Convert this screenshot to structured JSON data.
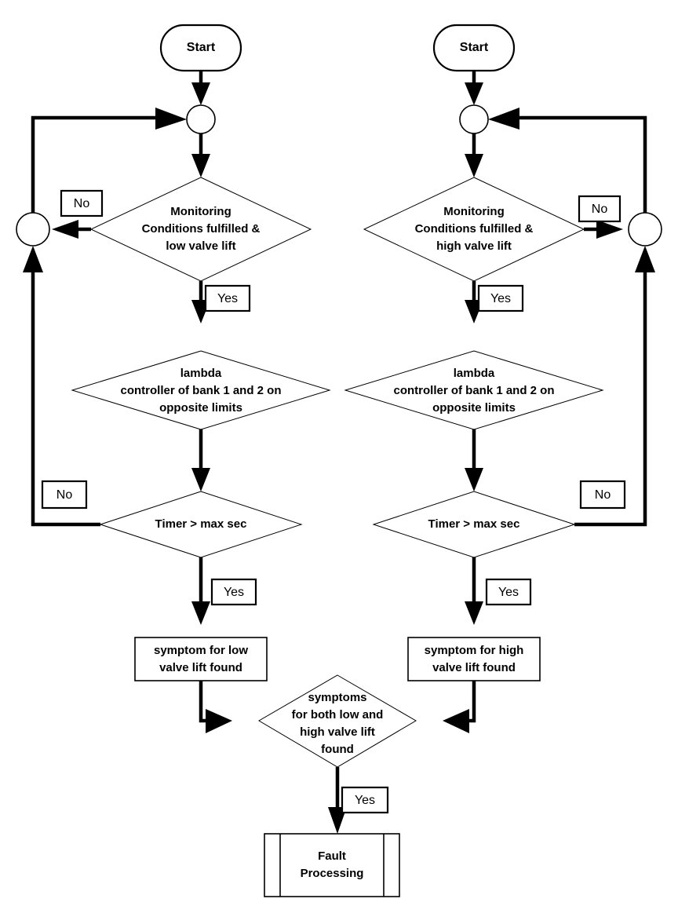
{
  "diagram": {
    "title": "Valve lift fault detection flowchart",
    "type": "flowchart",
    "background_color": "#ffffff",
    "line_color": "#000000"
  },
  "branches": {
    "low": {
      "start_label": "Start",
      "monitor_line1": "Monitoring",
      "monitor_line2": "Conditions fulfilled &",
      "monitor_line3": "low valve lift",
      "monitor_no": "No",
      "monitor_yes": "Yes",
      "lambda_line1": "lambda",
      "lambda_line2": "controller of bank 1 and 2 on",
      "lambda_line3": "opposite limits",
      "timer_text": "Timer > max sec",
      "timer_no": "No",
      "timer_yes": "Yes",
      "symptom_line1": "symptom for low",
      "symptom_line2": "valve lift found"
    },
    "high": {
      "start_label": "Start",
      "monitor_line1": "Monitoring",
      "monitor_line2": "Conditions fulfilled &",
      "monitor_line3": "high valve lift",
      "monitor_no": "No",
      "monitor_yes": "Yes",
      "lambda_line1": "lambda",
      "lambda_line2": "controller of bank 1 and 2 on",
      "lambda_line3": "opposite limits",
      "timer_text": "Timer > max sec",
      "timer_no": "No",
      "timer_yes": "Yes",
      "symptom_line1": "symptom for high",
      "symptom_line2": "valve lift found"
    }
  },
  "merge": {
    "decision_line1": "symptoms",
    "decision_line2": "for both low and",
    "decision_line3": "high valve lift",
    "decision_line4": "found",
    "decision_yes": "Yes",
    "fault_line1": "Fault",
    "fault_line2": "Processing"
  }
}
